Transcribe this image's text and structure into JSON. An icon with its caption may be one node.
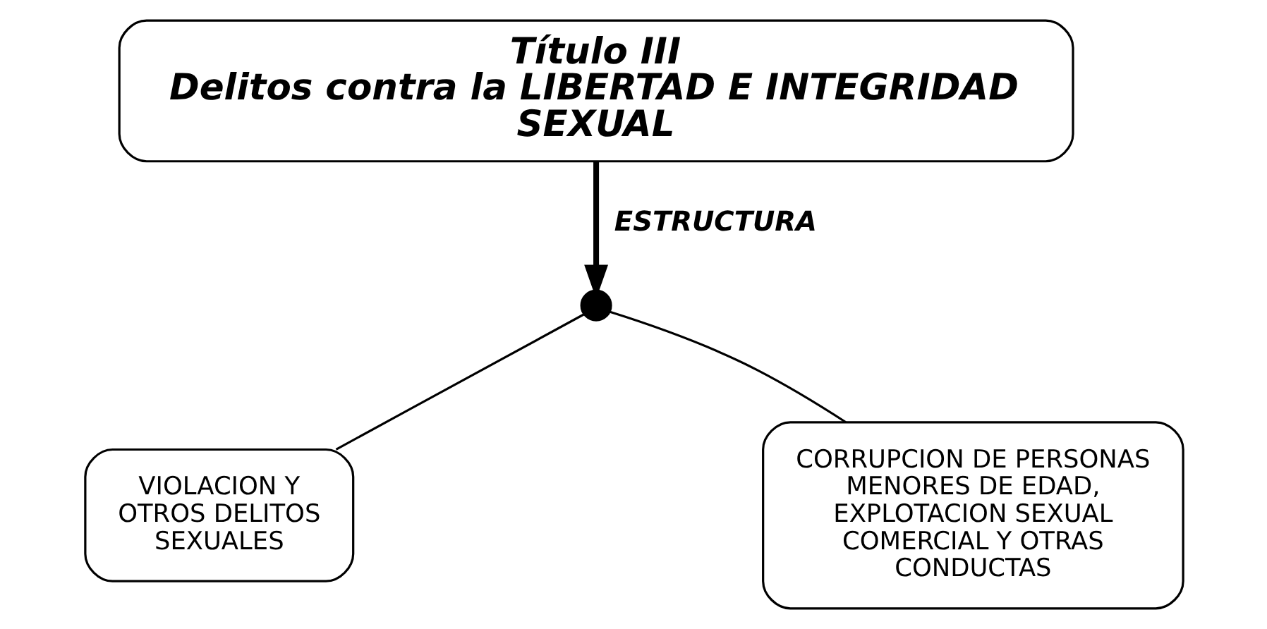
{
  "diagram": {
    "nodes": [
      {
        "text": [
          "Título III",
          "Delitos contra la LIBERTAD E INTEGRIDAD SEXUAL"
        ]
      },
      {
        "text": [],
        "shape": "circle"
      },
      {
        "text": [
          "VIOLACION Y OTROS DELITOS SEXUALES"
        ]
      },
      {
        "text": [
          "CORRUPCION DE PERSONAS MENORES DE EDAD, EXPLOTACION SEXUAL COMERCIAL Y OTRAS CONDUCTAS"
        ]
      }
    ],
    "edges": [
      {
        "from": 0,
        "to": 1,
        "arrow": "to",
        "label": "ESTRUCTURA",
        "style": "thick"
      },
      {
        "from": 1,
        "to": 2,
        "arrow": "none"
      },
      {
        "from": 1,
        "to": 3,
        "arrow": "none"
      }
    ]
  }
}
